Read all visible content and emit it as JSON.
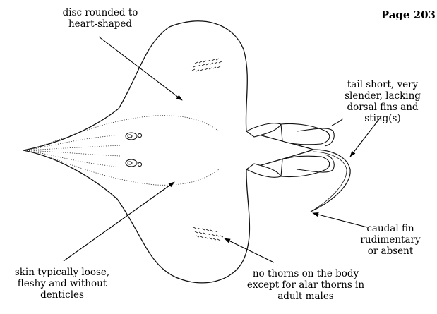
{
  "page_number": "Page 203",
  "labels": {
    "disc": "disc rounded to\nheart-shaped",
    "tail": "tail short, very\nslender, lacking\ndorsal fins and\nsting(s)",
    "caudal": "caudal fin\nrudimentary\nor absent",
    "skin": "skin typically loose,\nfleshy and without\ndenticles",
    "thorns": "no thorns on the body\nexcept for alar thorns in\nadult males"
  }
}
